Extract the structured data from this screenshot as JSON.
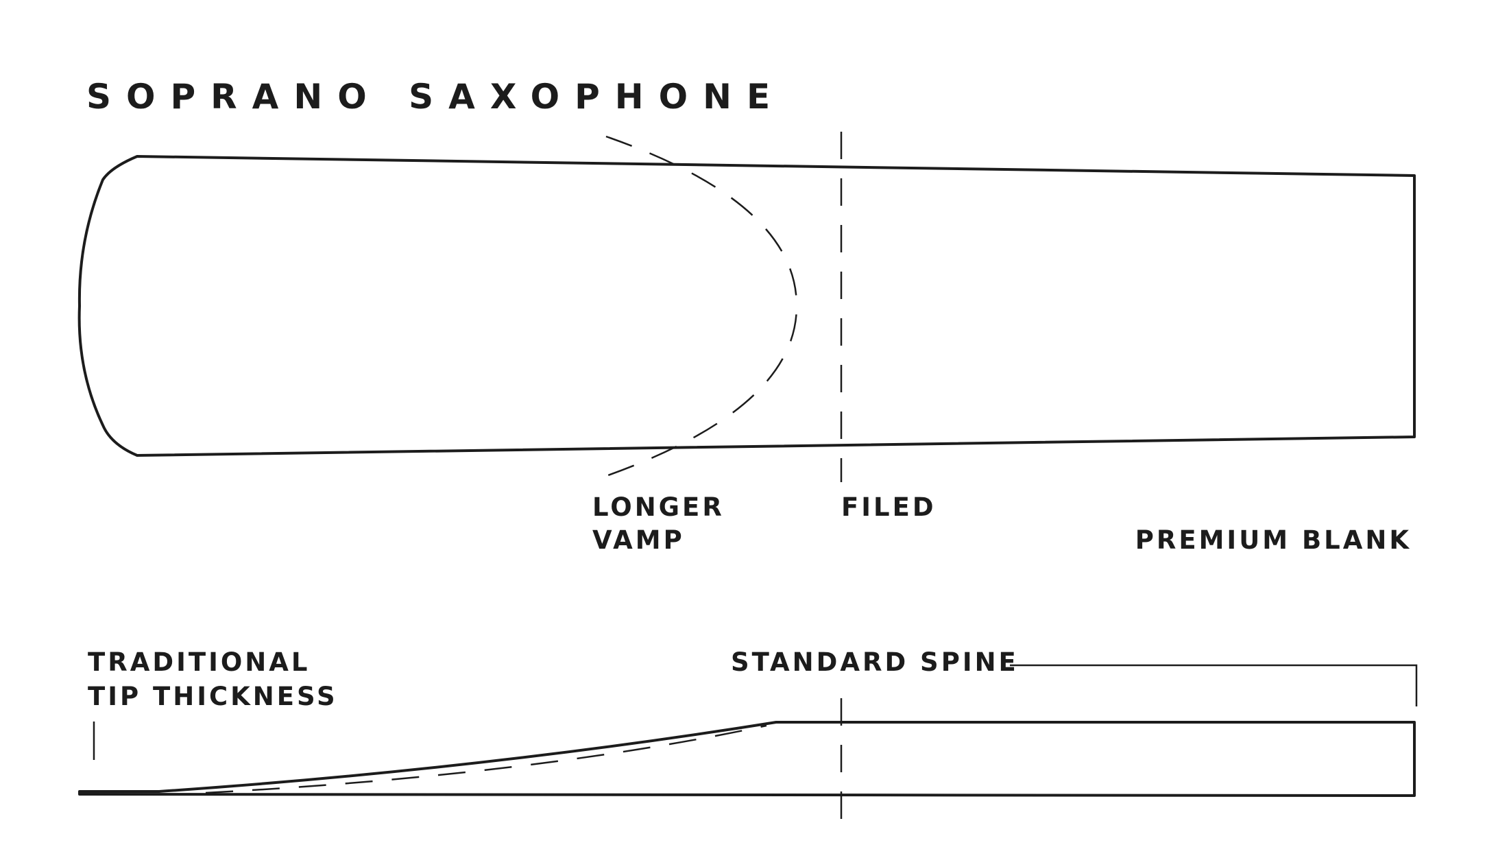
{
  "title": "SOPRANO SAXOPHONE",
  "top_view": {
    "labels": {
      "longer_vamp_line1": "LONGER",
      "longer_vamp_line2": "VAMP",
      "filed": "FILED",
      "premium_blank": "PREMIUM BLANK"
    }
  },
  "side_view": {
    "labels": {
      "tip_line1": "TRADITIONAL",
      "tip_line2": "TIP THICKNESS",
      "standard_spine": "STANDARD SPINE"
    }
  },
  "colors": {
    "line": "#1c1c1c",
    "background": "#ffffff"
  }
}
